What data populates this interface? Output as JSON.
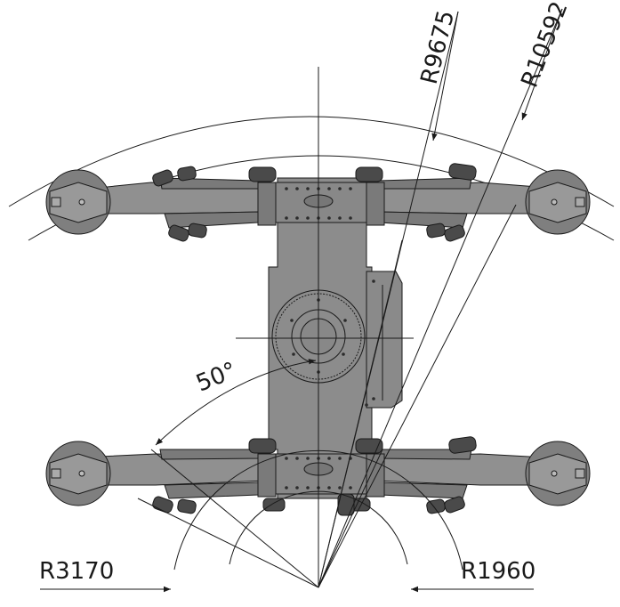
{
  "drawing": {
    "labels": {
      "radius_outer": "R10592",
      "radius_inner": "R9675",
      "radius_left": "R3170",
      "radius_right": "R1960",
      "angle": "50°"
    },
    "colors": {
      "line": "#1a1a1a",
      "body_fill": "#8c8c8c",
      "arm_fill": "#909090",
      "wheel_fill": "#7f7f7f",
      "dark_fill": "#4a4a4a",
      "bolt_fill": "#2b2b2b"
    }
  }
}
